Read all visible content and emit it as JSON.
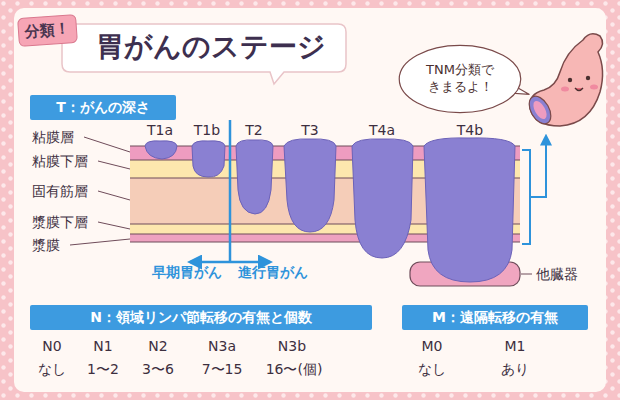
{
  "diagram": {
    "title": "胃がんのステージ",
    "nodes": [
      {
        "text": [
          "分類！"
        ]
      },
      {
        "text": [
          "TNM分類で きまるよ！"
        ]
      },
      {
        "text": [
          "T：がんの深さ"
        ]
      },
      {
        "text": [
          "N：領域リンパ節転移の有無と個数"
        ]
      },
      {
        "text": [
          "M：遠隔転移の有無"
        ]
      }
    ],
    "labels": [
      "粘膜層",
      "粘膜下層",
      "固有筋層",
      "漿膜下層",
      "漿膜",
      "T1a",
      "T1b",
      "T2",
      "T3",
      "T4a",
      "T4b",
      "早期胃がん",
      "進行胃がん",
      "他臓器",
      "N0",
      "N1",
      "N2",
      "N3a",
      "N3b",
      "なし",
      "1〜2",
      "3〜6",
      "7〜15",
      "16〜(個)",
      "M0",
      "M1",
      "なし",
      "あり"
    ]
  }
}
